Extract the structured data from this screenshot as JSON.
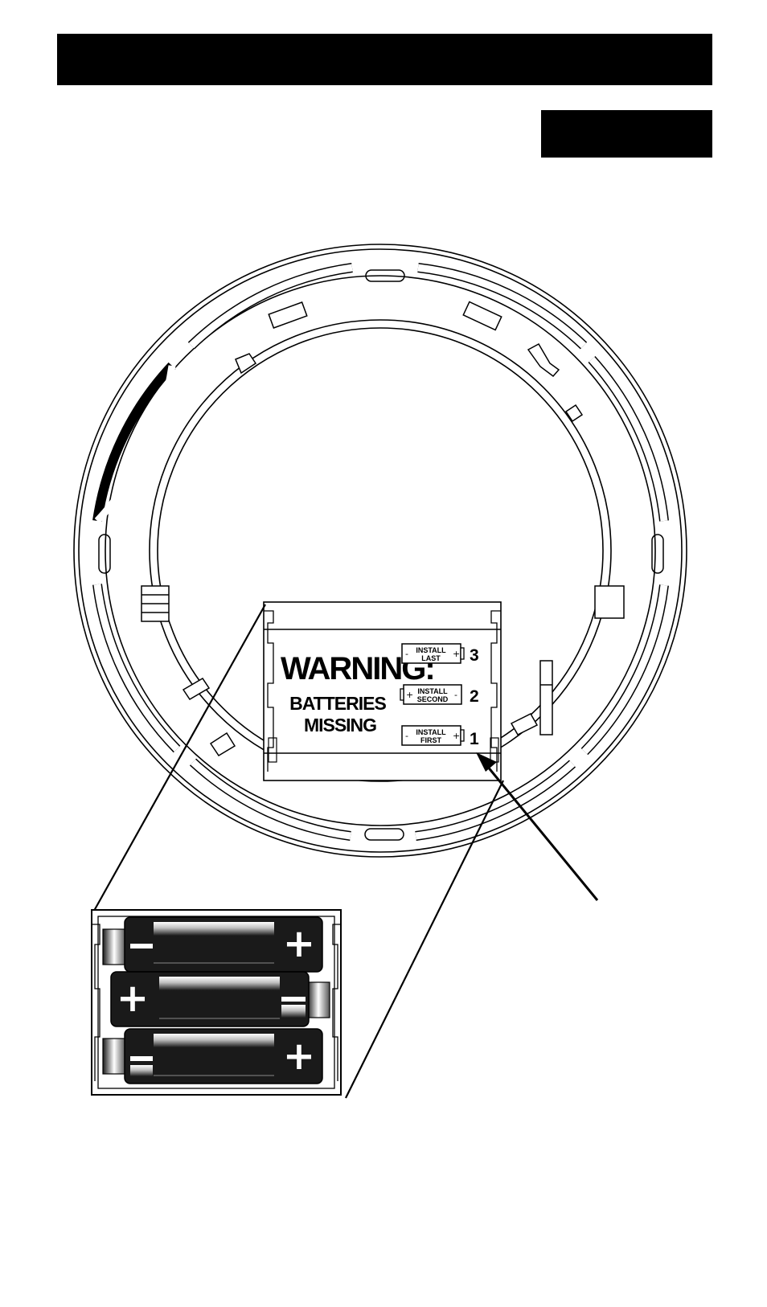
{
  "battery_compartment": {
    "warning_title": "WARNING:",
    "warning_line1": "BATTERIES",
    "warning_line2": "MISSING",
    "slots": [
      {
        "line1": "INSTALL",
        "line2": "LAST",
        "number": "3",
        "left_pol": "-",
        "right_pol": "+"
      },
      {
        "line1": "INSTALL",
        "line2": "SECOND",
        "number": "2",
        "left_pol": "+",
        "right_pol": "-"
      },
      {
        "line1": "INSTALL",
        "line2": "FIRST",
        "number": "1",
        "left_pol": "-",
        "right_pol": "+"
      }
    ]
  },
  "inset": {
    "batteries": [
      {
        "symbol": "+"
      },
      {
        "symbol": "+"
      },
      {
        "symbol": "+"
      }
    ]
  },
  "colors": {
    "ink": "#000000",
    "paper": "#ffffff"
  }
}
